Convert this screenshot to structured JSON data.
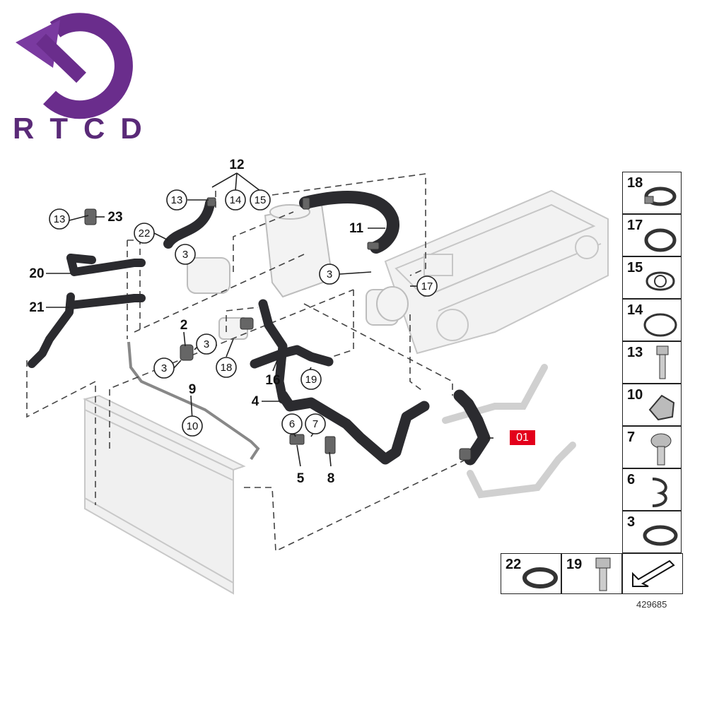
{
  "brand": {
    "text": "RTCD",
    "logo": "rtcd-return-arrow-logo"
  },
  "colors": {
    "hose": "#2b2b2f",
    "ghost": "#c8c8c8",
    "line": "#333333",
    "brand": "#5a2a78",
    "highlight": "#e3001b"
  },
  "diagram_code": "429685",
  "highlight_label": "01",
  "callouts": {
    "c12": "12",
    "c13a": "13",
    "c14": "14",
    "c15": "15",
    "c13b": "13",
    "c23": "23",
    "c22": "22",
    "c3a": "3",
    "c11": "11",
    "c3b": "3",
    "c17": "17",
    "c20": "20",
    "c21": "21",
    "c2": "2",
    "c3c": "3",
    "c3d": "3",
    "c18": "18",
    "c16": "16",
    "c19": "19",
    "c9": "9",
    "c10": "10",
    "c4": "4",
    "c6": "6",
    "c7": "7",
    "c5": "5",
    "c8": "8"
  },
  "legend": [
    "18",
    "17",
    "15",
    "14",
    "13",
    "10",
    "7",
    "6",
    "3"
  ],
  "bottom_row": [
    "22",
    "19"
  ]
}
